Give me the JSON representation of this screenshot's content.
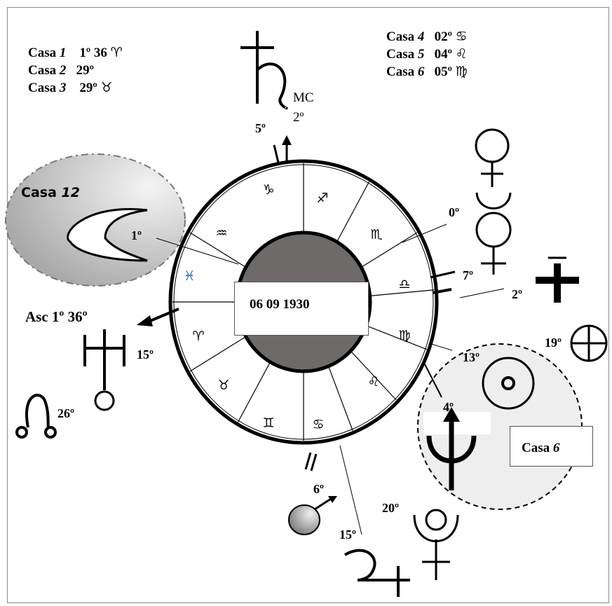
{
  "houses_left": [
    {
      "label": "Casa",
      "num": "1",
      "value": "1º 36",
      "sign": "♈"
    },
    {
      "label": "Casa",
      "num": "2",
      "value": "29º",
      "sign": ""
    },
    {
      "label": "Casa",
      "num": "3",
      "value": "29º",
      "sign": "♉"
    }
  ],
  "houses_right": [
    {
      "label": "Casa",
      "num": "4",
      "value": "02º",
      "sign": "♋"
    },
    {
      "label": "Casa",
      "num": "5",
      "value": "04º",
      "sign": "♌"
    },
    {
      "label": "Casa",
      "num": "6",
      "value": "05º",
      "sign": "♍"
    }
  ],
  "center_date": "06 09 1930",
  "zodiac": {
    "capricorn": "♑",
    "sagittarius": "♐",
    "scorpio": "♏",
    "libra": "♎",
    "virgo": "♍",
    "leo": "♌",
    "cancer": "♋",
    "gemini": "♊",
    "taurus": "♉",
    "aries": "♈",
    "pisces": "♓",
    "aquarius": "♒"
  },
  "labels": {
    "mc": "MC",
    "mc_deg": "2º",
    "deg_5": "5º",
    "deg_0": "0º",
    "deg_7": "7º",
    "deg_2": "2º",
    "deg_19": "19º",
    "deg_13": "13º",
    "deg_4": "4º",
    "deg_1": "1º",
    "asc": "Asc 1º 36º",
    "deg_15_uranus": "15º",
    "deg_26": "26º",
    "deg_6_mars": "6º",
    "deg_20": "20º",
    "deg_15_jupiter": "15º",
    "casa12_word": "Casa",
    "casa12_num": "12",
    "casa6_word": "Casa",
    "casa6_num": "6"
  },
  "colors": {
    "pisces_blue": "#1f6fd1",
    "inner_disc": "#6e6a6a",
    "casa12_fill": "#c9c9c9",
    "casa6_fill": "#eeeeee"
  }
}
